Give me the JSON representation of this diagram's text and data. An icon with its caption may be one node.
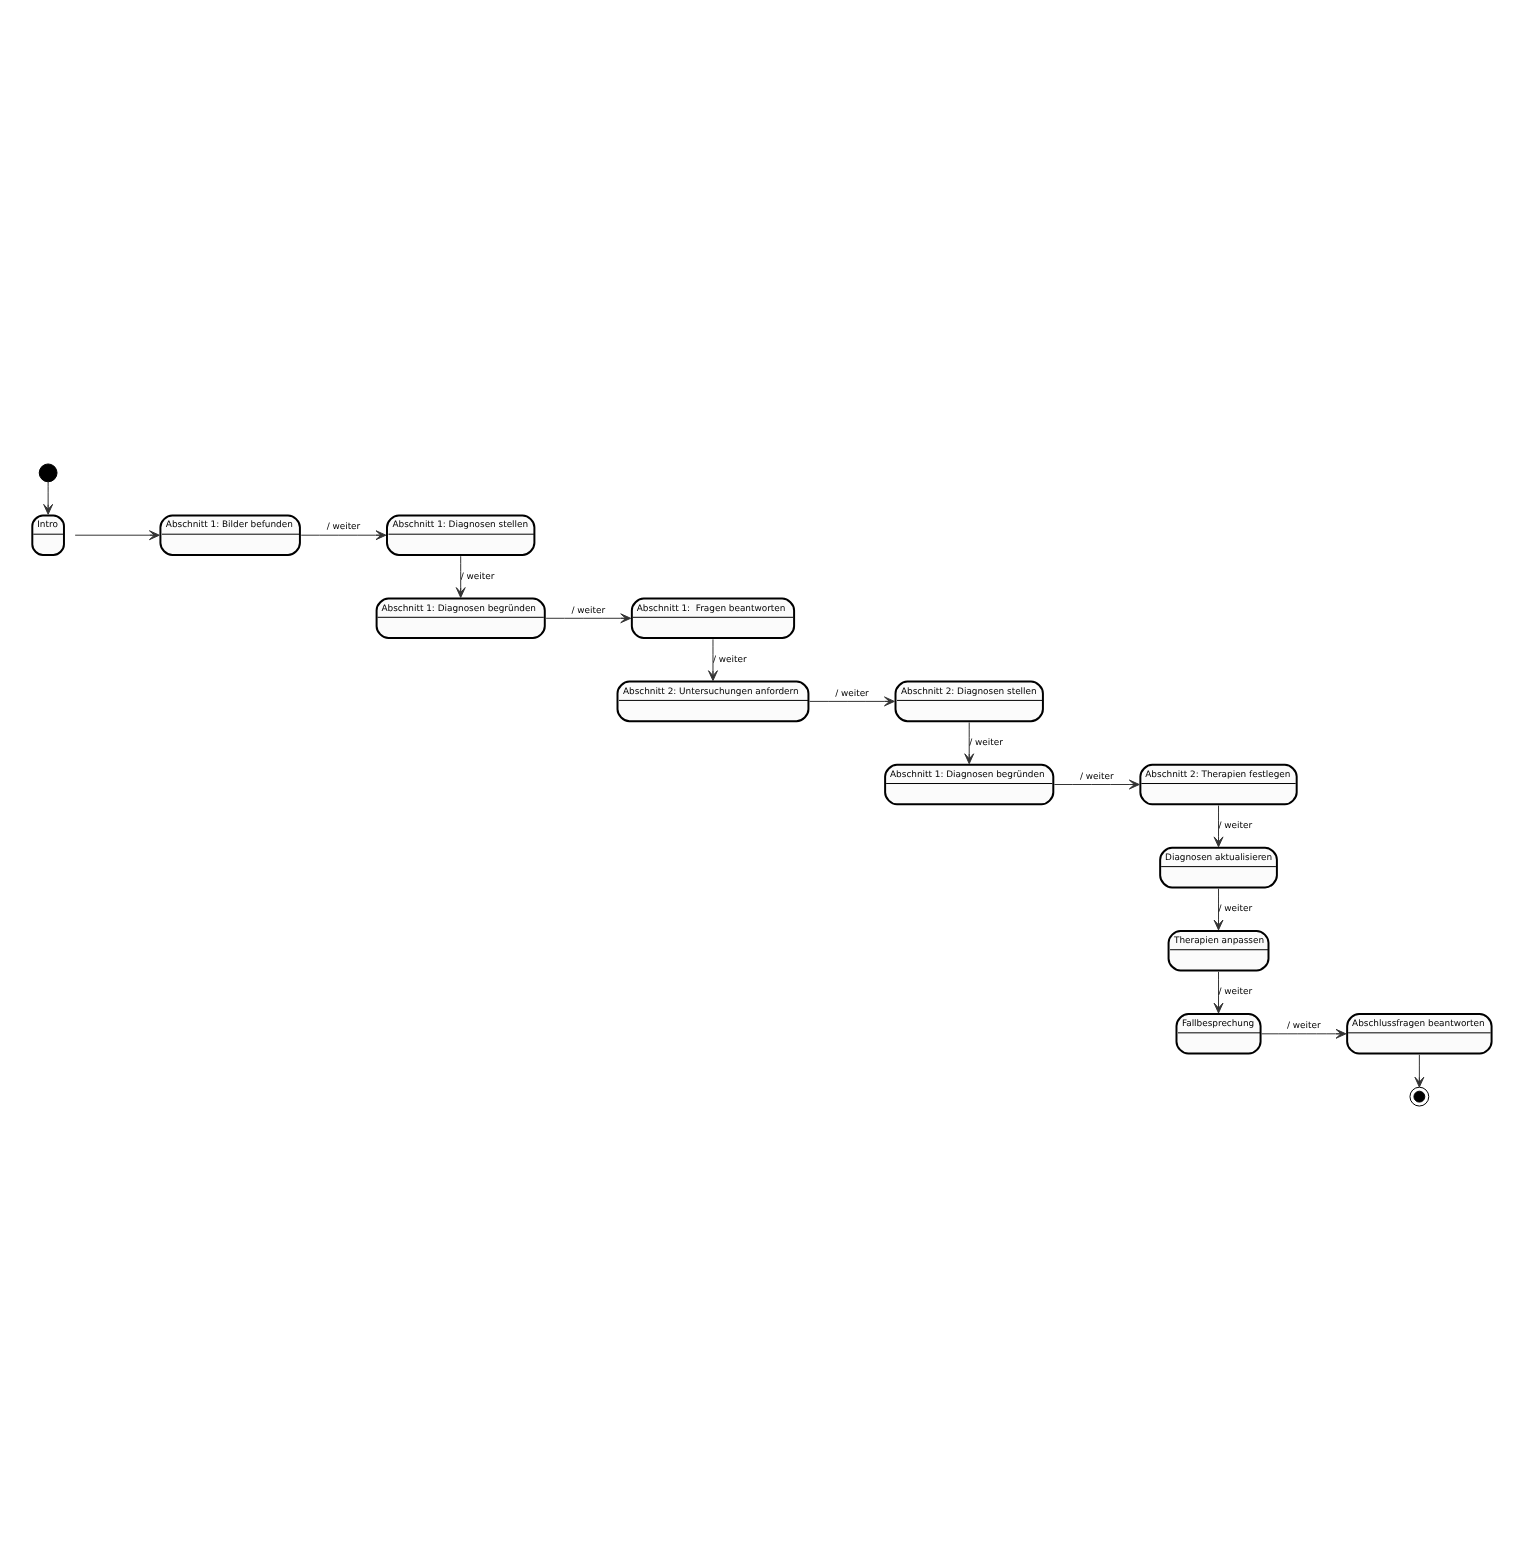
{
  "diagram": {
    "nodes": [
      {
        "text": [],
        "shape": "circle"
      },
      {
        "text": [
          "Intro"
        ]
      },
      {
        "text": [
          "Abschnitt 1: Bilder befunden"
        ]
      },
      {
        "text": [
          "Abschnitt 1: Diagnosen stellen"
        ]
      },
      {
        "text": [
          "Abschnitt 1: Diagnosen begründen"
        ]
      },
      {
        "text": [
          "Abschnitt 1:  Fragen beantworten"
        ]
      },
      {
        "text": [
          "Abschnitt 2: Untersuchungen anfordern"
        ]
      },
      {
        "text": [
          "Abschnitt 2: Diagnosen stellen"
        ]
      },
      {
        "text": [
          "Abschnitt 1: Diagnosen begründen"
        ]
      },
      {
        "text": [
          "Abschnitt 2: Therapien festlegen"
        ]
      },
      {
        "text": [
          "Diagnosen aktualisieren"
        ]
      },
      {
        "text": [
          "Therapien anpassen"
        ]
      },
      {
        "text": [
          "Fallbesprechung"
        ]
      },
      {
        "text": [
          "Abschlussfragen beantworten"
        ]
      },
      {
        "text": [],
        "shape": "circle"
      }
    ],
    "edges": [
      {
        "from": 0,
        "to": 1,
        "arrow": "to"
      },
      {
        "from": 1,
        "to": 2,
        "arrow": "to"
      },
      {
        "from": 2,
        "to": 3,
        "arrow": "to",
        "label": "/ weiter"
      },
      {
        "from": 3,
        "to": 4,
        "arrow": "to",
        "label": "/ weiter"
      },
      {
        "from": 4,
        "to": 5,
        "arrow": "to",
        "label": "/ weiter"
      },
      {
        "from": 5,
        "to": 6,
        "arrow": "to",
        "label": "/ weiter"
      },
      {
        "from": 6,
        "to": 7,
        "arrow": "to",
        "label": "/ weiter"
      },
      {
        "from": 7,
        "to": 8,
        "arrow": "to",
        "label": "/ weiter"
      },
      {
        "from": 8,
        "to": 9,
        "arrow": "to",
        "label": "/ weiter"
      },
      {
        "from": 9,
        "to": 10,
        "arrow": "to",
        "label": "/ weiter"
      },
      {
        "from": 10,
        "to": 11,
        "arrow": "to",
        "label": "/ weiter"
      },
      {
        "from": 11,
        "to": 12,
        "arrow": "to",
        "label": "/ weiter"
      },
      {
        "from": 12,
        "to": 13,
        "arrow": "to",
        "label": "/ weiter"
      },
      {
        "from": 13,
        "to": 14,
        "arrow": "to"
      }
    ]
  }
}
